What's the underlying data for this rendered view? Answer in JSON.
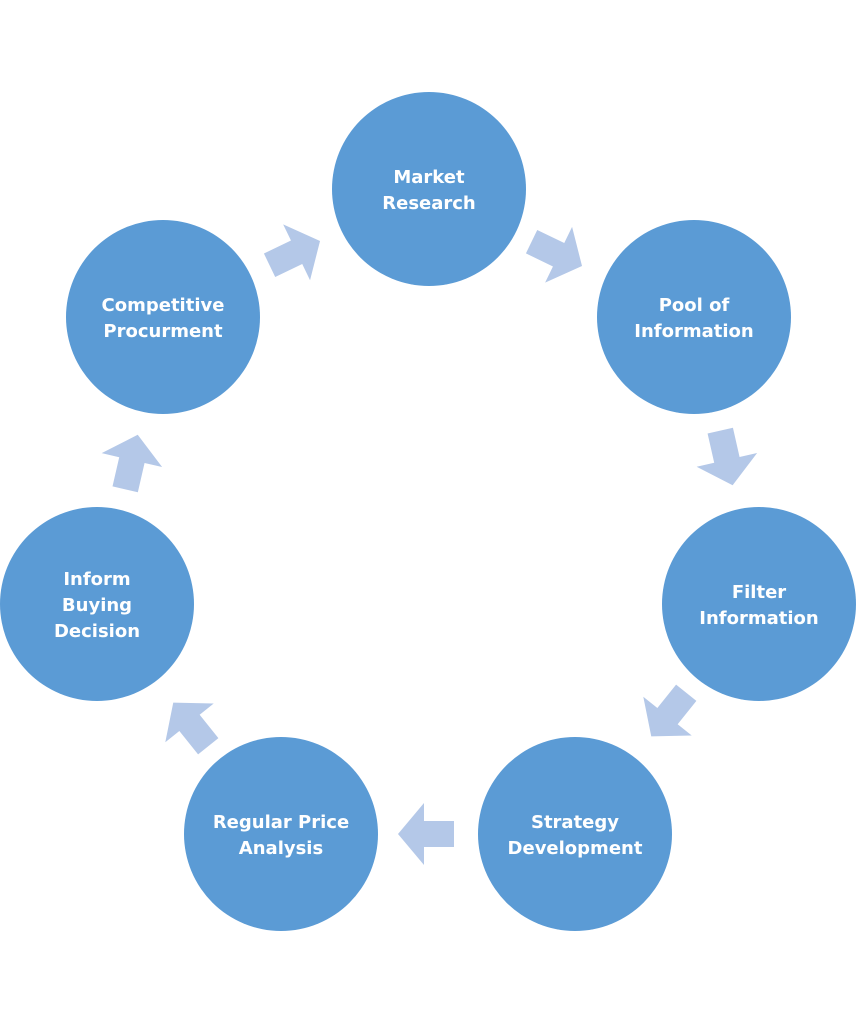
{
  "diagram": {
    "type": "cycle",
    "colors": {
      "node_fill": "#5b9bd5",
      "node_text": "#ffffff",
      "arrow_fill": "#b4c8e8",
      "background": "#ffffff"
    },
    "nodes": [
      {
        "id": "market-research",
        "lines": [
          "Market",
          "Research"
        ]
      },
      {
        "id": "pool-of-information",
        "lines": [
          "Pool of",
          "Information"
        ]
      },
      {
        "id": "filter-information",
        "lines": [
          "Filter",
          "Information"
        ]
      },
      {
        "id": "strategy-development",
        "lines": [
          "Strategy",
          "Development"
        ]
      },
      {
        "id": "regular-price-analysis",
        "lines": [
          "Regular Price",
          "Analysis"
        ]
      },
      {
        "id": "inform-buying-decision",
        "lines": [
          "Inform",
          "Buying",
          "Decision"
        ]
      },
      {
        "id": "competitive-procurment",
        "lines": [
          "Competitive",
          "Procurment"
        ]
      }
    ],
    "edges": [
      {
        "from": "market-research",
        "to": "pool-of-information"
      },
      {
        "from": "pool-of-information",
        "to": "filter-information"
      },
      {
        "from": "filter-information",
        "to": "strategy-development"
      },
      {
        "from": "strategy-development",
        "to": "regular-price-analysis"
      },
      {
        "from": "regular-price-analysis",
        "to": "inform-buying-decision"
      },
      {
        "from": "inform-buying-decision",
        "to": "competitive-procurment"
      },
      {
        "from": "competitive-procurment",
        "to": "market-research"
      }
    ]
  }
}
